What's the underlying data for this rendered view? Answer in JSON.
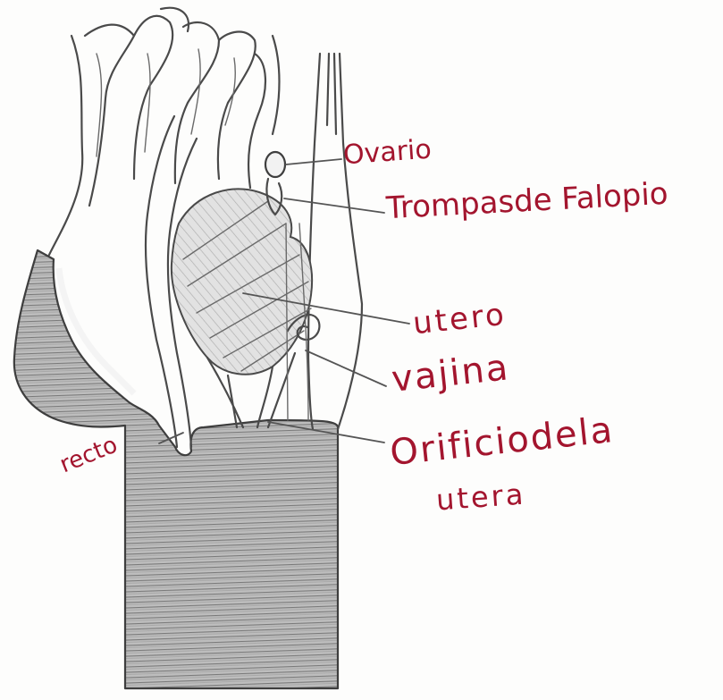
{
  "diagram": {
    "labels": {
      "ovario": "Ovario",
      "trompas": "Trompasde Falopio",
      "utero": "utero",
      "vajina": "vajina",
      "orificio_line1": "Orificiodela",
      "orificio_line2": "utera",
      "recto": "recto"
    },
    "ink_color": "#a3152e",
    "pencil_color": "#4a4a4a"
  }
}
